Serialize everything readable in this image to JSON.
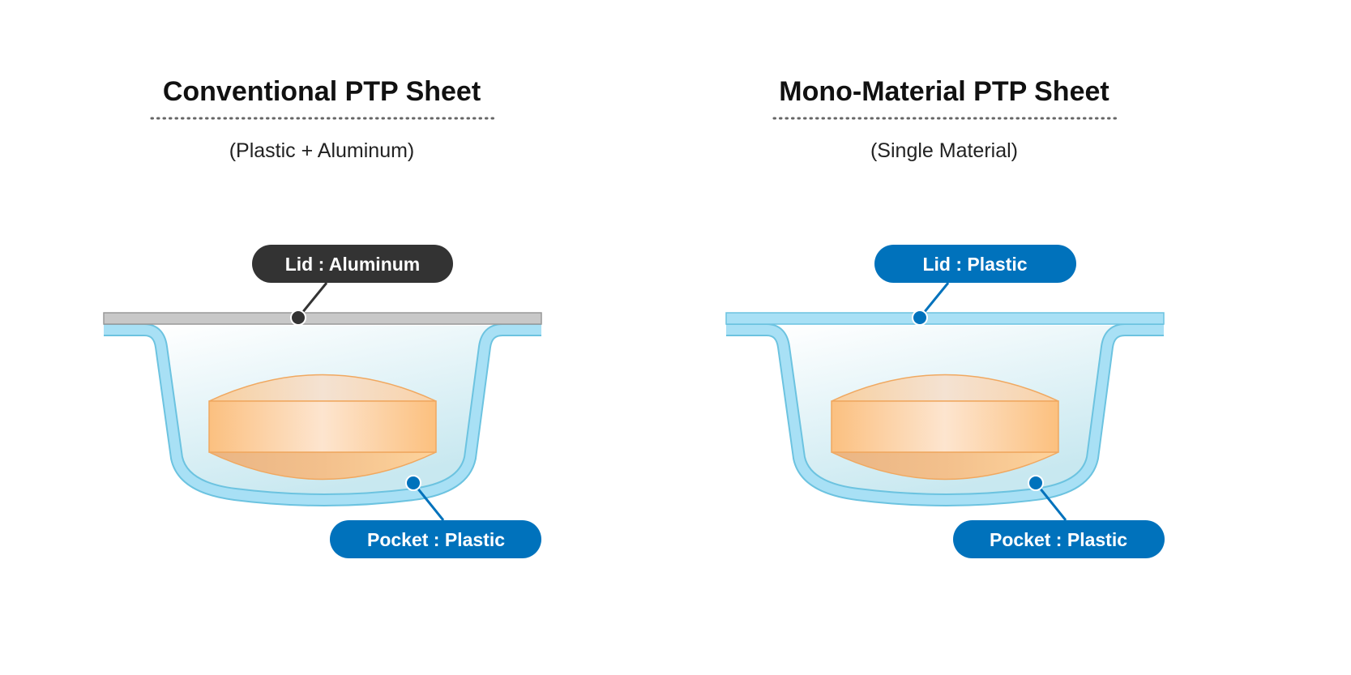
{
  "left": {
    "title": "Conventional PTP Sheet",
    "subtitle": "(Plastic + Aluminum)",
    "lid_label": "Lid : Aluminum",
    "pocket_label": "Pocket : Plastic"
  },
  "right": {
    "title": "Mono-Material PTP Sheet",
    "subtitle": "(Single Material)",
    "lid_label": "Lid : Plastic",
    "pocket_label": "Pocket : Plastic"
  },
  "colors": {
    "aluminum": "#c8c8c8",
    "plastic": "#a8e0f5",
    "plastic_outline": "#6cc3e0",
    "tablet": "#fcc58a",
    "dark_label": "#333333",
    "blue_label": "#0072bc"
  }
}
